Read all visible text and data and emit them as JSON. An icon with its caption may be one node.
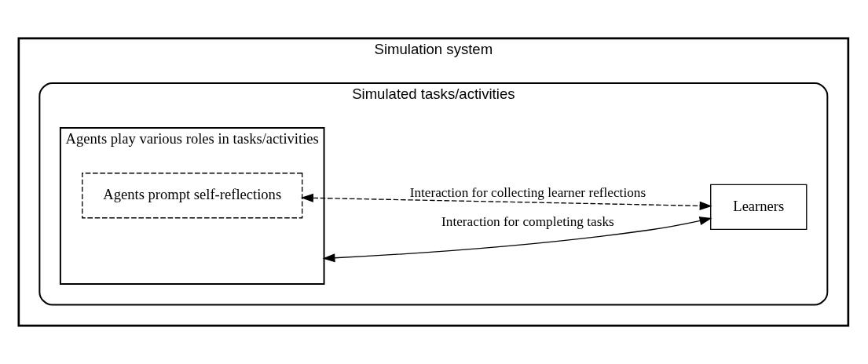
{
  "diagram": {
    "nodes": [
      {
        "text": [
          "Simulation system"
        ]
      },
      {
        "text": [
          "Simulated tasks/activities"
        ],
        "in": 0
      },
      {
        "text": [
          "Agents play various roles in tasks/activities"
        ],
        "in": 1
      },
      {
        "text": [
          "Agents prompt self-reflections"
        ],
        "in": 2
      },
      {
        "text": [
          "Learners"
        ],
        "in": 1
      }
    ],
    "edges": [
      {
        "from": 2,
        "to": 4,
        "arrow": "both",
        "label": "Interaction for completing tasks"
      },
      {
        "from": 3,
        "to": 4,
        "arrow": "both",
        "style": "dashed",
        "label": "Interaction for collecting learner reflections"
      }
    ]
  }
}
